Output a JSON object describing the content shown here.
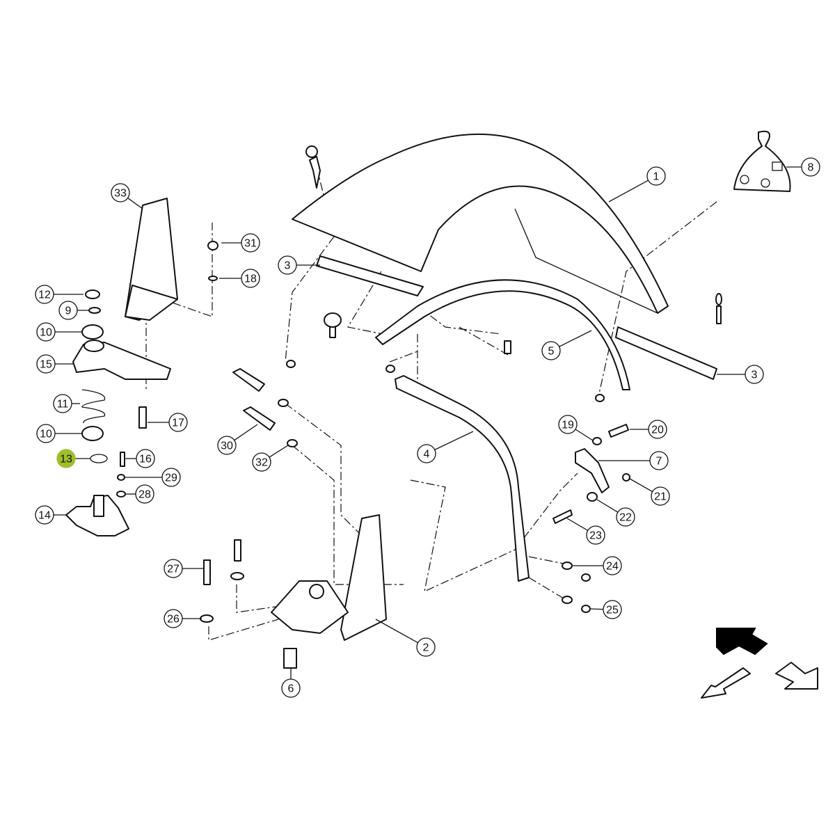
{
  "diagram": {
    "highlight_color": "#9fbf2a",
    "highlighted_part": "13",
    "callouts": [
      "1",
      "8",
      "33",
      "31",
      "3",
      "18",
      "12",
      "9",
      "10",
      "15",
      "5",
      "3",
      "11",
      "17",
      "10",
      "19",
      "20",
      "30",
      "4",
      "13",
      "16",
      "7",
      "32",
      "29",
      "21",
      "28",
      "22",
      "14",
      "23",
      "24",
      "27",
      "25",
      "26",
      "2",
      "6"
    ],
    "view_arrows": [
      "view-arrow-active-icon",
      "view-arrow-left-down-icon",
      "view-arrow-right-down-icon"
    ]
  }
}
